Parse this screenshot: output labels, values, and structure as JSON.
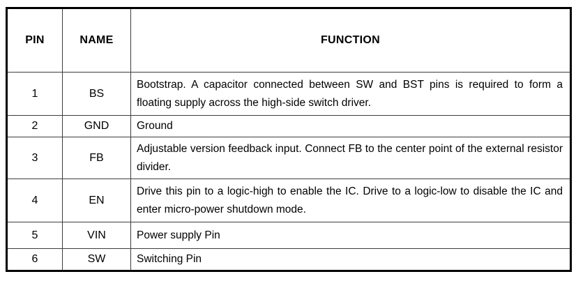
{
  "table": {
    "headers": {
      "pin": "PIN",
      "name": "NAME",
      "function": "FUNCTION"
    },
    "rows": [
      {
        "pin": "1",
        "name": "BS",
        "function": "Bootstrap. A capacitor connected between SW and BST pins is required to form a floating supply across the high-side switch driver."
      },
      {
        "pin": "2",
        "name": "GND",
        "function": "Ground"
      },
      {
        "pin": "3",
        "name": "FB",
        "function": "Adjustable version feedback input. Connect FB to the center point of the external resistor divider."
      },
      {
        "pin": "4",
        "name": "EN",
        "function": "Drive this pin to a logic-high to enable the IC. Drive to a logic-low to disable the IC and enter micro-power shutdown mode."
      },
      {
        "pin": "5",
        "name": "VIN",
        "function": "Power supply Pin"
      },
      {
        "pin": "6",
        "name": "SW",
        "function": "Switching Pin"
      }
    ],
    "colors": {
      "outer_border": "#000000",
      "inner_border": "#3d3d3d",
      "text": "#000000",
      "background": "#ffffff"
    }
  }
}
